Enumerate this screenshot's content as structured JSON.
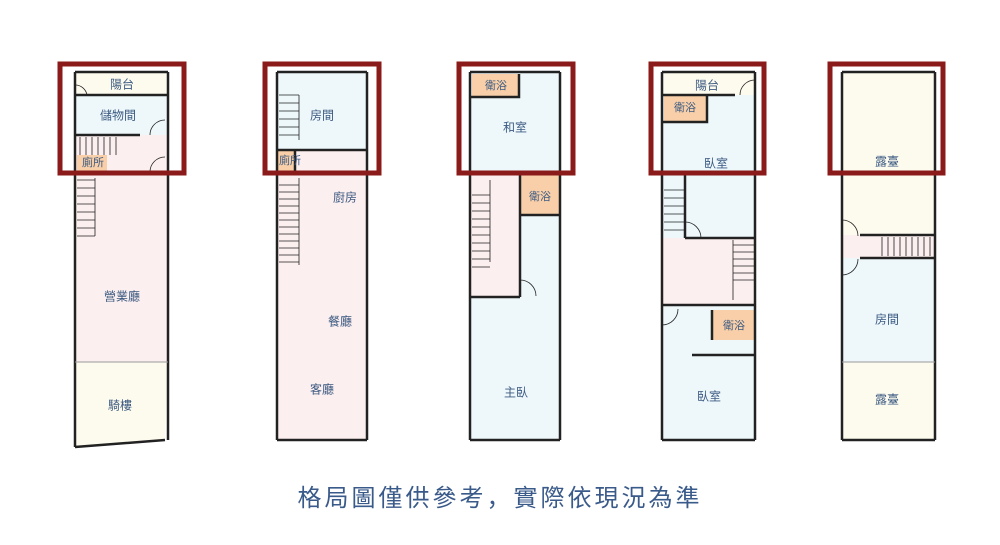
{
  "colors": {
    "bedroom": "#eef8fb",
    "living": "#fcefef",
    "outdoor": "#fdfbee",
    "bath": "#f8cfa8",
    "highlight": "#8b1a1a"
  },
  "floors": [
    {
      "rooms": {
        "balcony": "陽台",
        "storage": "儲物間",
        "toilet": "廁所",
        "business_hall": "營業廳",
        "arcade": "騎樓"
      }
    },
    {
      "rooms": {
        "room": "房間",
        "toilet": "廁所",
        "kitchen": "廚房",
        "dining": "餐廳",
        "living": "客廳"
      }
    },
    {
      "rooms": {
        "bath_upper": "衛浴",
        "washitsu": "和室",
        "bath_lower": "衛浴",
        "master": "主臥"
      }
    },
    {
      "rooms": {
        "balcony": "陽台",
        "bath_upper": "衛浴",
        "bedroom_upper": "臥室",
        "bath_lower": "衛浴",
        "bedroom_lower": "臥室"
      }
    },
    {
      "rooms": {
        "terrace_upper": "露臺",
        "room": "房間",
        "terrace_lower": "露臺"
      }
    }
  ],
  "caption": "格局圖僅供參考，實際依現況為準"
}
